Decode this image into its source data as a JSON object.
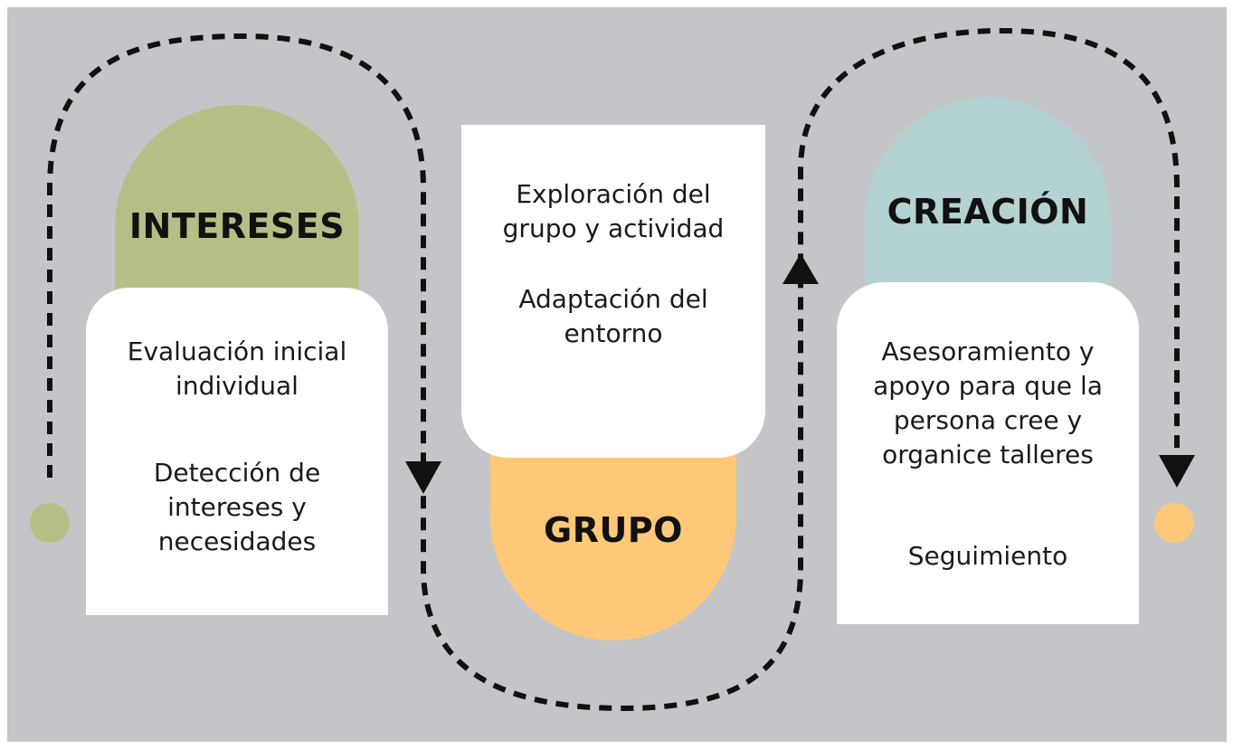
{
  "colors": {
    "background": "#c4c5c9",
    "intereses": "#b5bf85",
    "grupo": "#ffc878",
    "creacion": "#b4d2d2",
    "box": "#ffffff",
    "path": "#111111"
  },
  "stages": [
    {
      "key": "intereses",
      "title": "INTERESES",
      "items": [
        "Evaluación inicial\nindividual",
        "Detección de\nintereses y\nnecesidades"
      ]
    },
    {
      "key": "grupo",
      "title": "GRUPO",
      "items": [
        "Exploración del\ngrupo y actividad",
        "Adaptación del\nentorno"
      ]
    },
    {
      "key": "creacion",
      "title": "CREACIÓN",
      "items": [
        "Asesoramiento y\napoyo para que la\npersona cree y\norganice talleres",
        "Seguimiento"
      ]
    }
  ],
  "icons": [
    "start-dot-icon",
    "end-dot-icon",
    "arrow-down-icon",
    "arrow-up-icon"
  ]
}
